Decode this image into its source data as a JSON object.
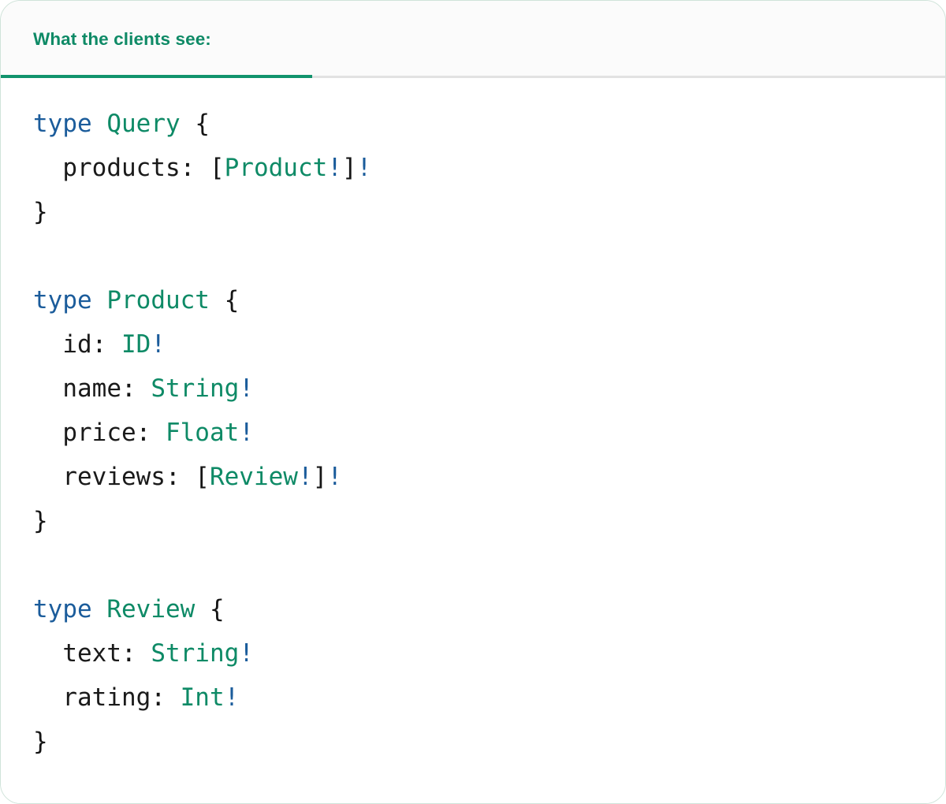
{
  "card": {
    "border_color": "#cfe3d9",
    "background": "#ffffff"
  },
  "tabbar": {
    "background": "#fbfbfb",
    "divider_color": "#e2e2e2",
    "active_tab": {
      "label": "What the clients see:",
      "color": "#0e8a66",
      "underline_color": "#11936c"
    }
  },
  "syntax_colors": {
    "keyword": "#1b5c9b",
    "type": "#0e8a66",
    "field": "#1a1a1a",
    "punctuation": "#151515",
    "non_null_bang": "#1b5c9b"
  },
  "code": {
    "language": "graphql",
    "indent": "  ",
    "lines": [
      {
        "tokens": [
          {
            "t": "kw",
            "v": "type"
          },
          {
            "t": "punc",
            "v": " "
          },
          {
            "t": "type",
            "v": "Query"
          },
          {
            "t": "punc",
            "v": " {"
          }
        ]
      },
      {
        "tokens": [
          {
            "t": "name",
            "v": "  products"
          },
          {
            "t": "punc",
            "v": ": ["
          },
          {
            "t": "type",
            "v": "Product"
          },
          {
            "t": "bang",
            "v": "!"
          },
          {
            "t": "punc",
            "v": "]"
          },
          {
            "t": "bang",
            "v": "!"
          }
        ]
      },
      {
        "tokens": [
          {
            "t": "punc",
            "v": "}"
          }
        ]
      },
      {
        "tokens": []
      },
      {
        "tokens": [
          {
            "t": "kw",
            "v": "type"
          },
          {
            "t": "punc",
            "v": " "
          },
          {
            "t": "type",
            "v": "Product"
          },
          {
            "t": "punc",
            "v": " {"
          }
        ]
      },
      {
        "tokens": [
          {
            "t": "name",
            "v": "  id"
          },
          {
            "t": "punc",
            "v": ": "
          },
          {
            "t": "type",
            "v": "ID"
          },
          {
            "t": "bang",
            "v": "!"
          }
        ]
      },
      {
        "tokens": [
          {
            "t": "name",
            "v": "  name"
          },
          {
            "t": "punc",
            "v": ": "
          },
          {
            "t": "type",
            "v": "String"
          },
          {
            "t": "bang",
            "v": "!"
          }
        ]
      },
      {
        "tokens": [
          {
            "t": "name",
            "v": "  price"
          },
          {
            "t": "punc",
            "v": ": "
          },
          {
            "t": "type",
            "v": "Float"
          },
          {
            "t": "bang",
            "v": "!"
          }
        ]
      },
      {
        "tokens": [
          {
            "t": "name",
            "v": "  reviews"
          },
          {
            "t": "punc",
            "v": ": ["
          },
          {
            "t": "type",
            "v": "Review"
          },
          {
            "t": "bang",
            "v": "!"
          },
          {
            "t": "punc",
            "v": "]"
          },
          {
            "t": "bang",
            "v": "!"
          }
        ]
      },
      {
        "tokens": [
          {
            "t": "punc",
            "v": "}"
          }
        ]
      },
      {
        "tokens": []
      },
      {
        "tokens": [
          {
            "t": "kw",
            "v": "type"
          },
          {
            "t": "punc",
            "v": " "
          },
          {
            "t": "type",
            "v": "Review"
          },
          {
            "t": "punc",
            "v": " {"
          }
        ]
      },
      {
        "tokens": [
          {
            "t": "name",
            "v": "  text"
          },
          {
            "t": "punc",
            "v": ": "
          },
          {
            "t": "type",
            "v": "String"
          },
          {
            "t": "bang",
            "v": "!"
          }
        ]
      },
      {
        "tokens": [
          {
            "t": "name",
            "v": "  rating"
          },
          {
            "t": "punc",
            "v": ": "
          },
          {
            "t": "type",
            "v": "Int"
          },
          {
            "t": "bang",
            "v": "!"
          }
        ]
      },
      {
        "tokens": [
          {
            "t": "punc",
            "v": "}"
          }
        ]
      }
    ]
  }
}
